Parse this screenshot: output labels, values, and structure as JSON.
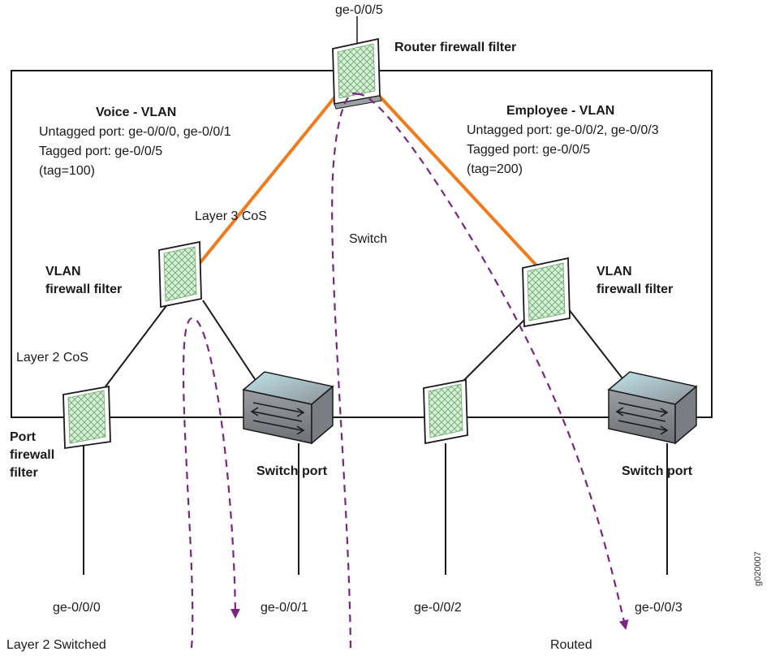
{
  "router": {
    "port": "ge-0/0/5",
    "label": "Router firewall filter"
  },
  "voice_vlan": {
    "title": "Voice - VLAN",
    "untagged": "Untagged port: ge-0/0/0, ge-0/0/1",
    "tagged": "Tagged port: ge-0/0/5",
    "tag": "(tag=100)"
  },
  "employee_vlan": {
    "title": "Employee - VLAN",
    "untagged": "Untagged port: ge-0/0/2, ge-0/0/3",
    "tagged": "Tagged port: ge-0/0/5",
    "tag": "(tag=200)"
  },
  "labels": {
    "layer3_cos": "Layer 3 CoS",
    "switch": "Switch",
    "vlan_filter_left": "VLAN\nfirewall filter",
    "vlan_filter_right": "VLAN\nfirewall filter",
    "layer2_cos": "Layer 2 CoS",
    "port_filter": "Port\nfirewall\nfilter",
    "switch_port_left": "Switch port",
    "switch_port_right": "Switch port"
  },
  "ports": {
    "p0": "ge-0/0/0",
    "p1": "ge-0/0/1",
    "p2": "ge-0/0/2",
    "p3": "ge-0/0/3"
  },
  "flows": {
    "layer2": "Layer 2 Switched",
    "routed": "Routed"
  },
  "figure_code": "g020007",
  "colors": {
    "trunk": "#f07b1c",
    "flow": "#7b2582",
    "filter_fill": "#d8efd8",
    "filter_mesh": "#6aa56a",
    "switch_body": "#8e9196"
  }
}
